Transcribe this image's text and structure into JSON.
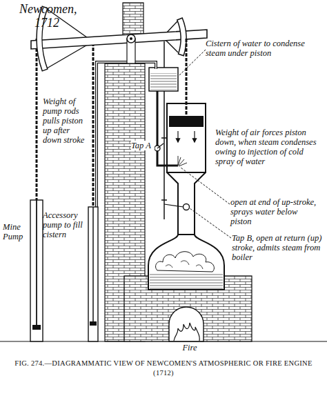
{
  "diagram": {
    "title": "Newcomen, 1712",
    "caption": "FIG. 274.—DIAGRAMMATIC VIEW OF NEWCOMEN'S ATMOSPHERIC OR FIRE ENGINE (1712)",
    "labels": [
      "Cistern of water to condense steam under piston",
      "Weight of pump rods pulls piston up after down stroke",
      "Weight of air forces piston down, when steam condenses owing to injection of cold spray of water",
      "Tap A",
      "open at end of up-stroke, sprays water below piston",
      "Tap B, open at return (up) stroke, admits steam from boiler",
      "Mine Pump",
      "Accessory pump to fill cistern",
      "Fire"
    ]
  }
}
